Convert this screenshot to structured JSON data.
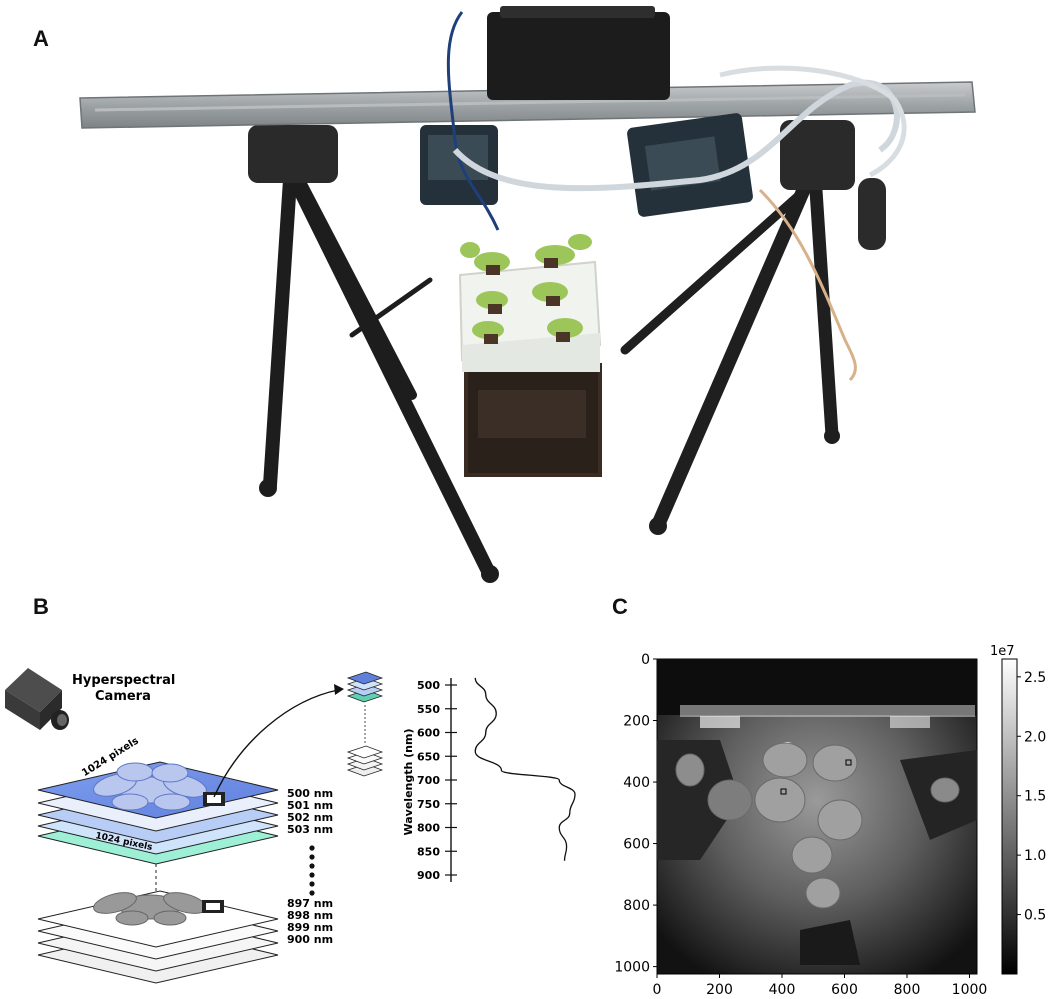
{
  "figure": {
    "panels": {
      "a": {
        "label": "A"
      },
      "b": {
        "label": "B"
      },
      "c": {
        "label": "C"
      }
    }
  },
  "panel_b": {
    "camera_label_line1": "Hyperspectral",
    "camera_label_line2": "Camera",
    "pixels_top": "1024 pixels",
    "pixels_side": "1024 pixels",
    "band_labels_top": [
      "500 nm",
      "501 nm",
      "502 nm",
      "503 nm"
    ],
    "band_labels_bottom": [
      "897 nm",
      "898 nm",
      "899 nm",
      "900 nm"
    ],
    "wavelength_axis_label": "Wavelength (nm)",
    "wavelength_ticks": [
      "500",
      "550",
      "600",
      "650",
      "700",
      "750",
      "800",
      "850",
      "900"
    ]
  },
  "panel_c": {
    "x_ticks": [
      "0",
      "200",
      "400",
      "600",
      "800",
      "1000"
    ],
    "y_ticks": [
      "0",
      "200",
      "400",
      "600",
      "800",
      "1000"
    ],
    "colorbar_exponent": "1e7",
    "colorbar_ticks": [
      "0.5",
      "1.0",
      "1.5",
      "2.0",
      "2.5"
    ]
  },
  "chart_data": {
    "type": "line",
    "xlabel": "",
    "ylabel": "Wavelength (nm)",
    "ylim": [
      500,
      900
    ],
    "y_ticks": [
      500,
      550,
      600,
      650,
      700,
      750,
      800,
      850,
      900
    ],
    "series": [
      {
        "values": [
          [
            0.05,
            485
          ],
          [
            0.15,
            520
          ],
          [
            0.25,
            560
          ],
          [
            0.15,
            600
          ],
          [
            0.05,
            640
          ],
          [
            0.3,
            680
          ],
          [
            0.85,
            700
          ],
          [
            1.0,
            730
          ],
          [
            0.95,
            770
          ],
          [
            0.85,
            800
          ],
          [
            0.92,
            840
          ],
          [
            0.9,
            870
          ]
        ]
      }
    ]
  }
}
